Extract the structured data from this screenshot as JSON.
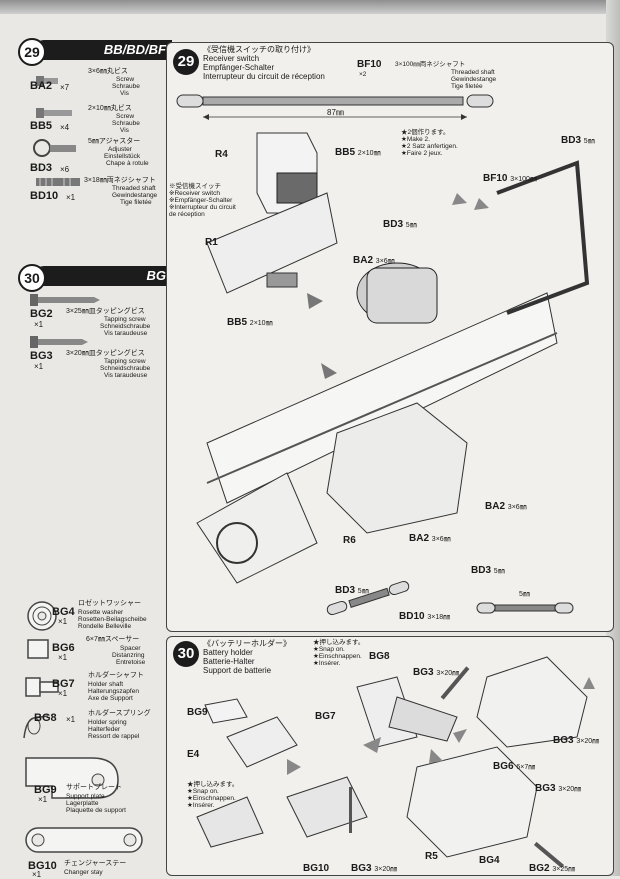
{
  "left_column": {
    "step29": {
      "number": "29",
      "models": "BB/BD/BF",
      "parts": [
        {
          "code": "BA2",
          "qty": "×7",
          "spec": "3×6㎜丸ビス",
          "desc": [
            "Screw",
            "Schraube",
            "Vis"
          ]
        },
        {
          "code": "BB5",
          "qty": "×4",
          "spec": "2×10㎜丸ビス",
          "desc": [
            "Screw",
            "Schraube",
            "Vis"
          ]
        },
        {
          "code": "BD3",
          "qty": "×6",
          "spec": "5㎜アジャスター",
          "desc": [
            "Adjuster",
            "Einstellstück",
            "Chape à rotule"
          ]
        },
        {
          "code": "BD10",
          "qty": "×1",
          "spec": "3×18㎜両ネジシャフト",
          "desc": [
            "Threaded shaft",
            "Gewindestange",
            "Tige filetée"
          ]
        }
      ]
    },
    "step30": {
      "number": "30",
      "models": "BG",
      "parts": [
        {
          "code": "BG2",
          "qty": "×1",
          "spec": "3×25㎜皿タッピングビス",
          "desc": [
            "Tapping screw",
            "Schneidschraube",
            "Vis taraudeuse"
          ]
        },
        {
          "code": "BG3",
          "qty": "×1",
          "spec": "3×20㎜皿タッピングビス",
          "desc": [
            "Tapping screw",
            "Schneidschraube",
            "Vis taraudeuse"
          ]
        }
      ]
    },
    "lower_parts": [
      {
        "code": "BG4",
        "qty": "×1",
        "spec": "ロゼットワッシャー",
        "desc": [
          "Rosette washer",
          "Rosetten-Beilagscheibe",
          "Rondelle Belleville"
        ]
      },
      {
        "code": "BG6",
        "qty": "×1",
        "spec": "6×7㎜スペーサー",
        "desc": [
          "Spacer",
          "Distanzring",
          "Entretoise"
        ]
      },
      {
        "code": "BG7",
        "qty": "×1",
        "spec": "ホルダーシャフト",
        "desc": [
          "Holder shaft",
          "Halterungszapfen",
          "Axe de Support"
        ]
      },
      {
        "code": "BG8",
        "qty": "×1",
        "spec": "ホルダースプリング",
        "desc": [
          "Holder spring",
          "Halterfeder",
          "Ressort de rappel"
        ]
      },
      {
        "code": "BG9",
        "qty": "×1",
        "spec": "サポートプレート",
        "desc": [
          "Support plate",
          "Lagerplatte",
          "Plaquette de support"
        ]
      },
      {
        "code": "BG10",
        "qty": "×1",
        "spec": "チェンジャーステー",
        "desc": [
          "Changer stay"
        ]
      }
    ]
  },
  "panel29": {
    "number": "29",
    "title": [
      "《受信機スイッチの取り付け》",
      "Receiver switch",
      "Empfänger-Schalter",
      "Interrupteur du circuit de réception"
    ],
    "bf10": {
      "code": "BF10",
      "qty": "×2",
      "spec": "3×100㎜両ネジシャフト",
      "desc": [
        "Threaded shaft",
        "Gewindestange",
        "Tige filetée"
      ]
    },
    "dim87": "87㎜",
    "make2": [
      "★2個作ります。",
      "★Make 2.",
      "★2 Satz anfertigen.",
      "★Faire 2 jeux."
    ],
    "switch_note": [
      "※受信機スイッチ",
      "※Receiver switch",
      "※Empfänger-Schalter",
      "※Interrupteur du circuit",
      "de réception"
    ],
    "labels": {
      "r4": "R4",
      "r1": "R1",
      "r6": "R6",
      "bb5_a": "BB5",
      "bb5_a_spec": "2×10㎜",
      "bb5_b": "BB5",
      "bb5_b_spec": "2×10㎜",
      "bd3_right": "BD3",
      "bd3_right_spec": "5㎜",
      "bf10_mid": "BF10",
      "bf10_mid_spec": "3×100㎜",
      "bd3_mid": "BD3",
      "bd3_mid_spec": "5㎜",
      "ba2_top": "BA2",
      "ba2_top_spec": "3×6㎜",
      "ba2_right": "BA2",
      "ba2_right_spec": "3×6㎜",
      "ba2_low": "BA2",
      "ba2_low_spec": "3×6㎜",
      "bd3_b1": "BD3",
      "bd3_b1_spec": "5㎜",
      "bd3_b2": "BD3",
      "bd3_b2_spec": "5㎜",
      "bd10": "BD10",
      "bd10_spec": "3×18㎜",
      "dim5": "5㎜"
    }
  },
  "panel30": {
    "number": "30",
    "title": [
      "《バッテリーホルダー》",
      "Battery holder",
      "Batterie-Halter",
      "Support de batterie"
    ],
    "snap_top": [
      "★押し込みます。",
      "★Snap on.",
      "★Einschnappen.",
      "★Insérer."
    ],
    "snap_left": [
      "★押し込みます。",
      "★Snap on.",
      "★Einschnappen.",
      "★Insérer."
    ],
    "labels": {
      "bg8": "BG8",
      "bg3_a": "BG3",
      "bg3_a_spec": "3×20㎜",
      "bg9": "BG9",
      "bg7": "BG7",
      "e4": "E4",
      "bg3_b": "BG3",
      "bg3_b_spec": "3×20㎜",
      "bg6": "BG6",
      "bg6_spec": "6×7㎜",
      "bg3_c": "BG3",
      "bg3_c_spec": "3×20㎜",
      "r5": "R5",
      "bg4": "BG4",
      "bg10": "BG10",
      "bg3_d": "BG3",
      "bg3_d_spec": "3×20㎜",
      "bg2": "BG2",
      "bg2_spec": "3×25㎜"
    }
  }
}
